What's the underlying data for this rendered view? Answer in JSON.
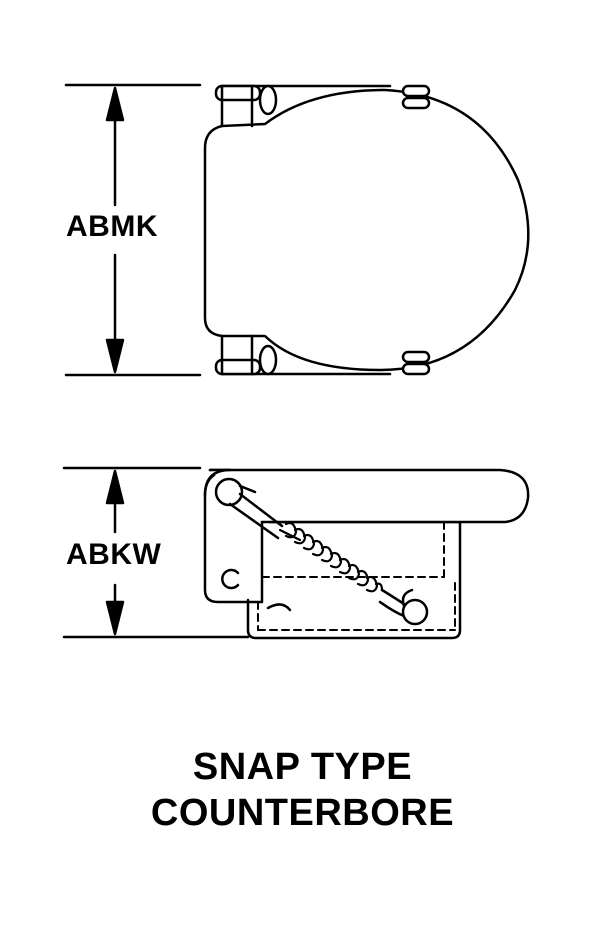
{
  "dimensions": {
    "top_label": "ABMK",
    "bottom_label": "ABKW"
  },
  "caption": {
    "line1": "SNAP TYPE",
    "line2": "COUNTERBORE"
  },
  "colors": {
    "ink": "#000000",
    "paper": "#ffffff"
  }
}
